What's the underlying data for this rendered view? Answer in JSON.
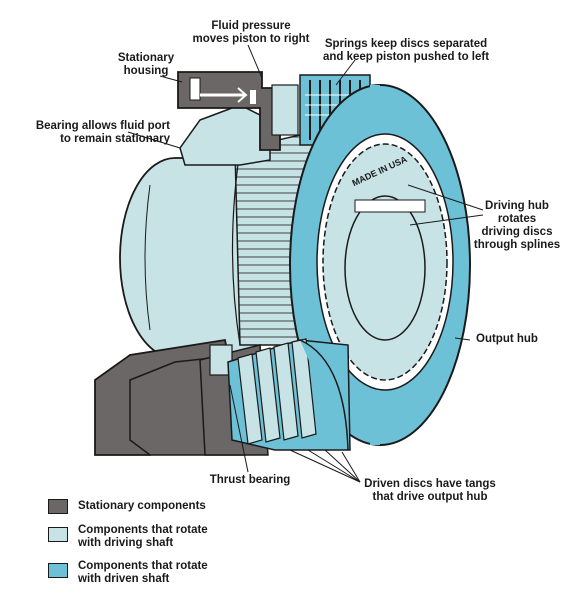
{
  "colors": {
    "stationary": "#6b6766",
    "driving": "#c8e3e6",
    "driven": "#6cc1d6",
    "outline": "#1a1a1a"
  },
  "labels": {
    "fluid_pressure": "Fluid pressure\nmoves piston to right",
    "stationary_housing": "Stationary\nhousing",
    "springs": "Springs keep discs separated\nand keep piston pushed to left",
    "bearing_port": "Bearing allows fluid port\nto remain stationary",
    "driving_hub": "Driving hub\nrotates\ndriving discs\nthrough splines",
    "output_hub": "Output hub",
    "thrust_bearing": "Thrust bearing",
    "driven_discs": "Driven discs have tangs\nthat drive output hub",
    "made_in_usa": "MADE IN USA"
  },
  "legend": [
    {
      "label": "Stationary components",
      "color": "#6b6766"
    },
    {
      "label": "Components that rotate\nwith driving shaft",
      "color": "#c8e3e6"
    },
    {
      "label": "Components that rotate\nwith driven shaft",
      "color": "#6cc1d6"
    }
  ]
}
